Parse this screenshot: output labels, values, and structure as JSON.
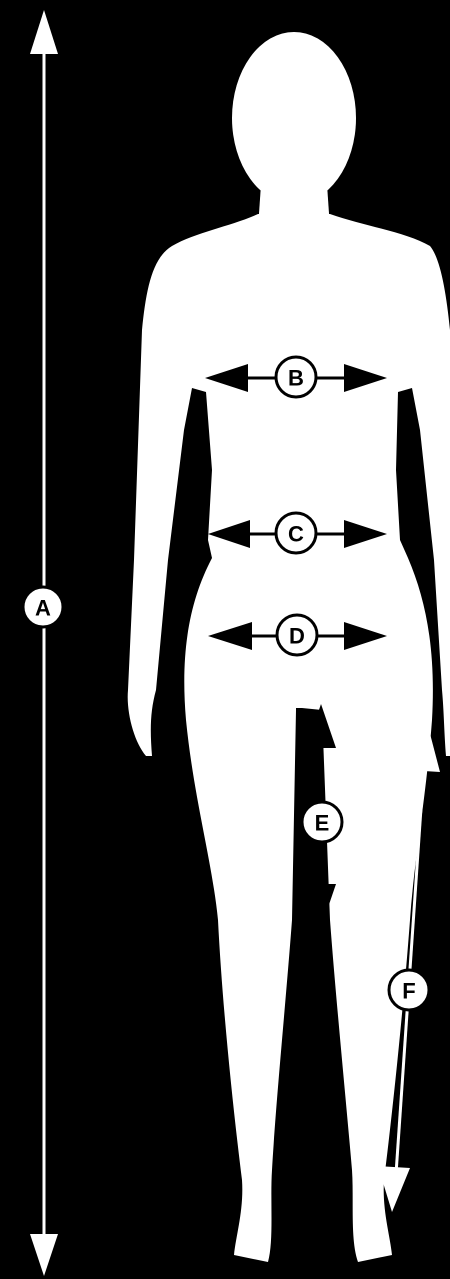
{
  "colors": {
    "background": "#000000",
    "figure": "#ffffff",
    "arrow_on_dark": "#ffffff",
    "arrow_on_figure": "#000000"
  },
  "figure": {
    "icon": "female-body-silhouette-icon"
  },
  "measurements": [
    {
      "id": "A",
      "label": "A"
    },
    {
      "id": "B",
      "label": "B"
    },
    {
      "id": "C",
      "label": "C"
    },
    {
      "id": "D",
      "label": "D"
    },
    {
      "id": "E",
      "label": "E"
    },
    {
      "id": "F",
      "label": "F"
    }
  ]
}
